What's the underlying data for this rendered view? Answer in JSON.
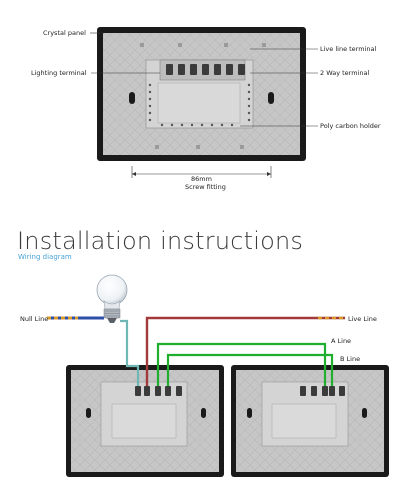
{
  "top_diagram": {
    "labels": {
      "crystal_panel": "Crystal panel",
      "lighting_terminal": "Lighting terminal",
      "live_line_terminal": "Live line terminal",
      "two_way_terminal": "2 Way terminal",
      "poly_carbon_holder": "Poly carbon holder",
      "dimension": "86mm",
      "screw_fitting": "Screw fitting"
    }
  },
  "installation": {
    "title": "Installation instructions",
    "subtitle": "Wiring diagram",
    "labels": {
      "null_line": "Null Line",
      "live_line": "Live Line",
      "a_line": "A Line",
      "b_line": "B Line"
    }
  },
  "colors": {
    "panel_frame": "#1c1c1c",
    "panel_fill": "#c8c8c8",
    "live_wire": "#a23a3a",
    "a_wire": "#1fae2e",
    "b_wire": "#1fae2e",
    "null_wire": "#2e4fa8",
    "lamp_wire": "#6fb7b4",
    "ground_wire": "#caa23a",
    "subtitle": "#4aa3d8"
  }
}
